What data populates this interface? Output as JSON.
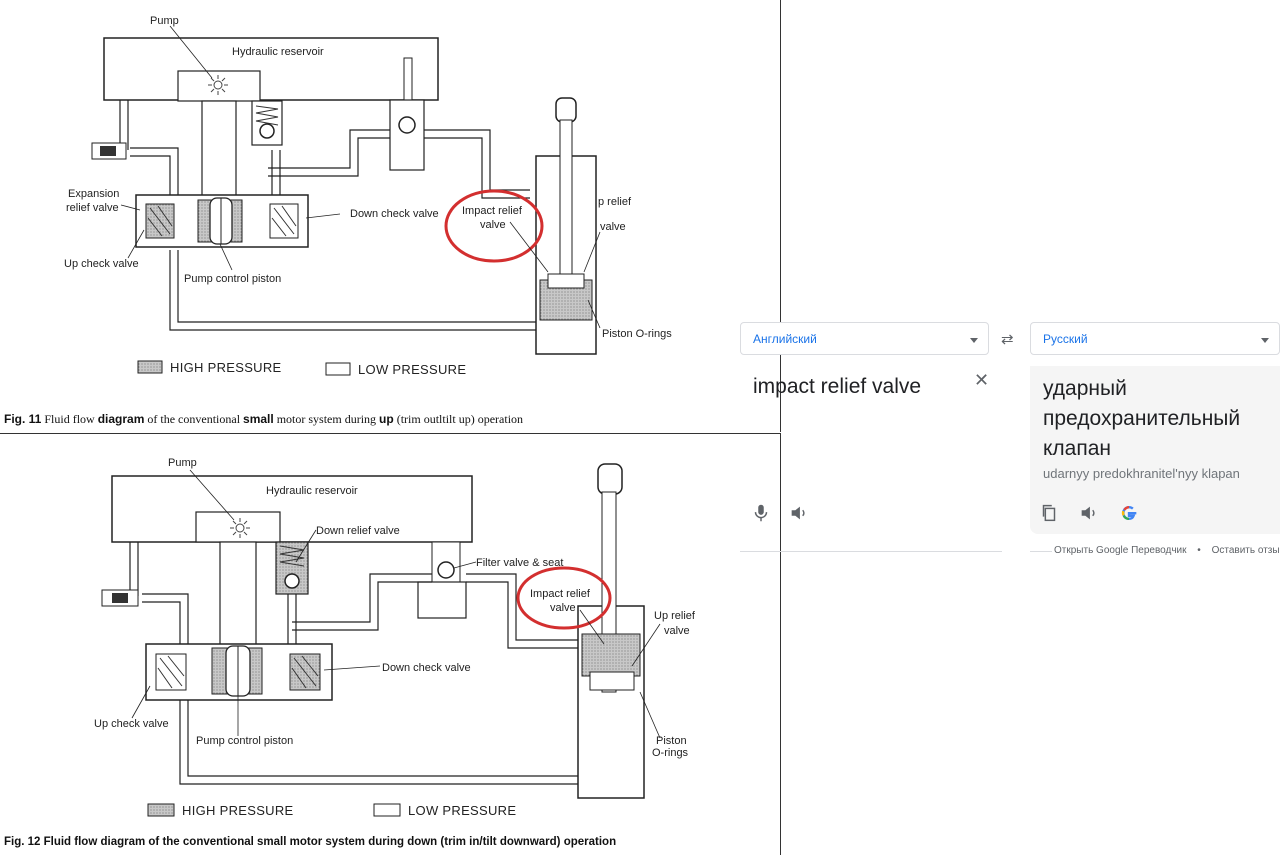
{
  "figure1": {
    "labels": {
      "pump": "Pump",
      "reservoir": "Hydraulic reservoir",
      "expansion": "Expansion",
      "expansion2": "relief valve",
      "down_check": "Down check valve",
      "impact": "Impact relief",
      "impact2": "valve",
      "up_relief": "p relief",
      "up_relief2": "valve",
      "up_check": "Up check valve",
      "pump_piston": "Pump control piston",
      "piston_orings": "Piston O-rings"
    },
    "legend": {
      "high": "HIGH PRESSURE",
      "low": "LOW PRESSURE"
    },
    "caption": {
      "prefix": "Fig. 11",
      "a": " Fluid flow ",
      "b": "diagram",
      "c": " of the conventional ",
      "d": "small",
      "e": " motor system during ",
      "f": "up",
      "g": " (trim outltilt up) operation"
    }
  },
  "figure2": {
    "labels": {
      "pump": "Pump",
      "reservoir": "Hydraulic reservoir",
      "down_relief": "Down relief valve",
      "filter": "Filter valve & seat",
      "impact": "Impact relief",
      "impact2": "valve",
      "up_relief": "Up relief",
      "up_relief2": "valve",
      "down_check": "Down check valve",
      "up_check": "Up check valve",
      "pump_piston": "Pump control piston",
      "piston": "Piston",
      "orings": "O-rings"
    },
    "legend": {
      "high": "HIGH PRESSURE",
      "low": "LOW PRESSURE"
    },
    "caption": "Fig. 12  Fluid flow diagram of the conventional small motor system during down (trim in/tilt downward) operation"
  },
  "translate": {
    "source_lang": "Английский",
    "target_lang": "Русский",
    "swap_icon": "swap-arrows-icon",
    "source_text": "impact relief valve",
    "target_text": "ударный предохранительный клапан",
    "transliteration": "udarnyy predokhranitel'nyy klapan",
    "footer_link1": "Открыть Google Переводчик",
    "footer_sep": "•",
    "footer_link2": "Оставить отзыв",
    "icons": [
      "microphone-icon",
      "speaker-icon",
      "copy-icon",
      "speaker-icon",
      "google-icon",
      "close-icon"
    ]
  },
  "colors": {
    "highlight_circle": "#d32f2f",
    "link": "#1a73e8",
    "high_pressure_fill": "#bdbdbd"
  }
}
